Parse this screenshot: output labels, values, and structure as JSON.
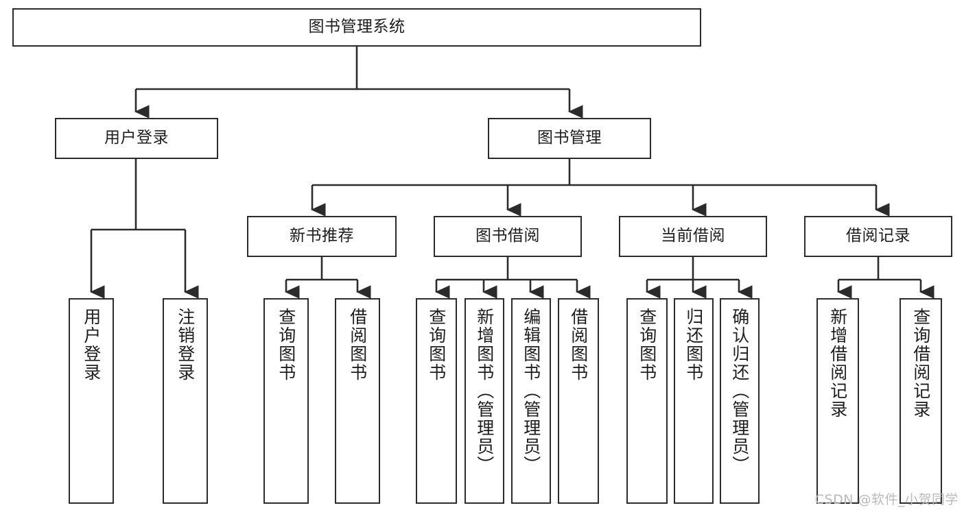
{
  "diagram": {
    "title": "图书管理系统",
    "type": "tree",
    "watermark": "CSDN @软件_小贺同学",
    "stroke_color": "#2b2b2b",
    "fill_color": "#ffffff",
    "text_color": "#1d1d1d"
  },
  "nodes": {
    "root": {
      "label": "图书管理系统"
    },
    "level2": [
      {
        "label": "用户登录"
      },
      {
        "label": "图书管理"
      }
    ],
    "level3": [
      {
        "label": "新书推荐"
      },
      {
        "label": "图书借阅"
      },
      {
        "label": "当前借阅"
      },
      {
        "label": "借阅记录"
      }
    ],
    "leaves": {
      "user_login": [
        {
          "label": "用户登录"
        },
        {
          "label": "注销登录"
        }
      ],
      "new_book": [
        {
          "label": "查询图书"
        },
        {
          "label": "借阅图书"
        }
      ],
      "borrow_book": [
        {
          "label": "查询图书"
        },
        {
          "label": "新增图书（管理员）"
        },
        {
          "label": "编辑图书（管理员）"
        },
        {
          "label": "借阅图书"
        }
      ],
      "current_borrow": [
        {
          "label": "查询图书"
        },
        {
          "label": "归还图书"
        },
        {
          "label": "确认归还（管理员）"
        }
      ],
      "borrow_record": [
        {
          "label": "新增借阅记录"
        },
        {
          "label": "查询借阅记录"
        }
      ]
    }
  }
}
